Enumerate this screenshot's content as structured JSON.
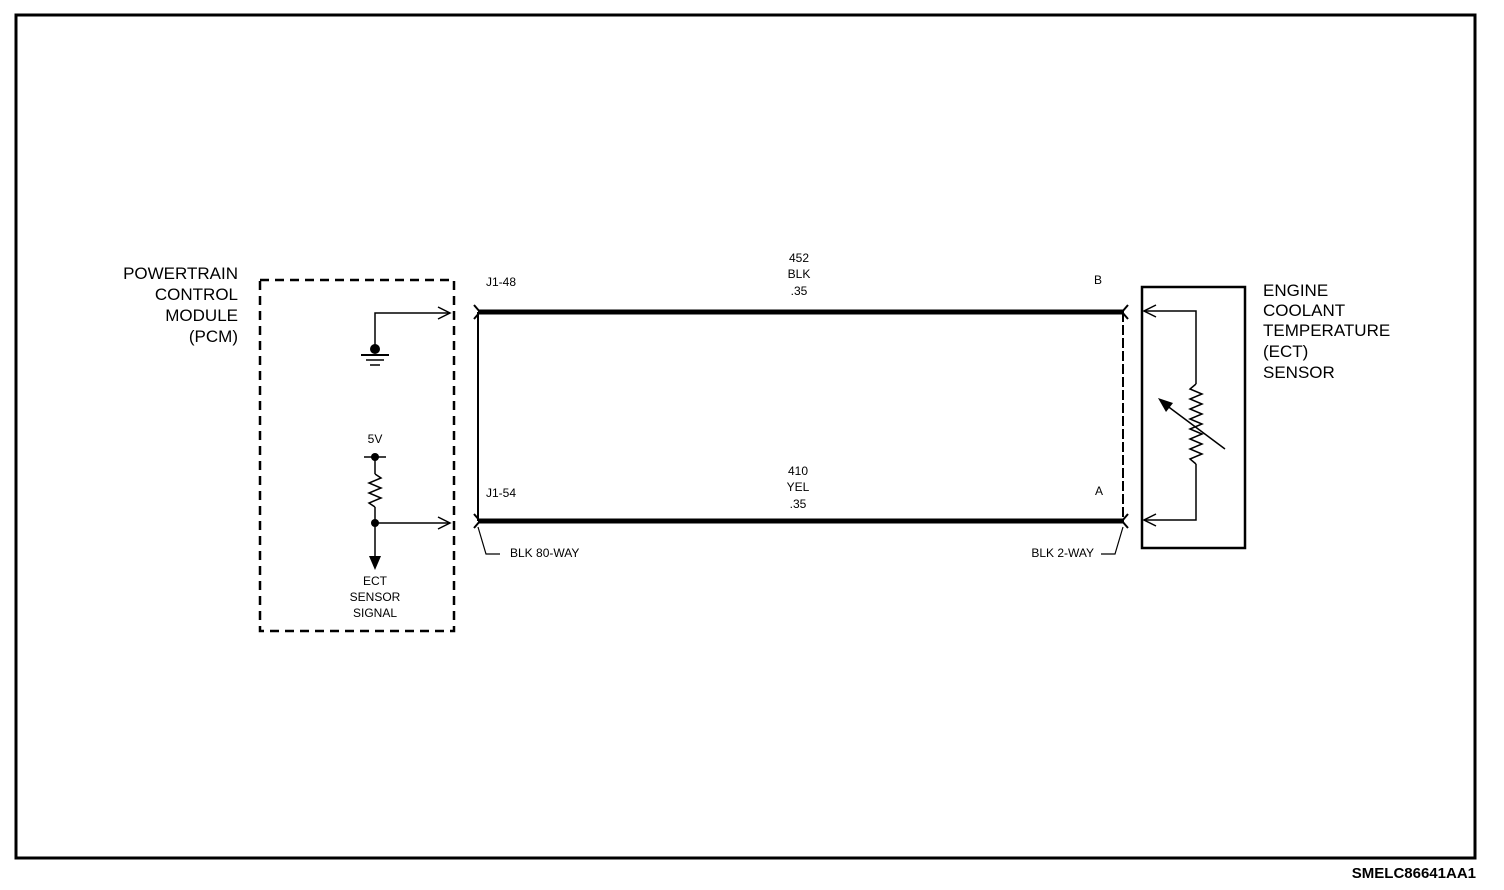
{
  "pcm": {
    "label_lines": [
      "POWERTRAIN",
      "CONTROL",
      "MODULE",
      "(PCM)"
    ],
    "voltage": "5V",
    "signal_lines": [
      "ECT",
      "SENSOR",
      "SIGNAL"
    ]
  },
  "sensor": {
    "label_lines": [
      "ENGINE",
      "COOLANT",
      "TEMPERATURE",
      "(ECT)",
      "SENSOR"
    ]
  },
  "wires": {
    "top": {
      "circuit": "452",
      "color": "BLK",
      "gauge": ".35",
      "pcm_pin": "J1-48",
      "sensor_pin": "B"
    },
    "bottom": {
      "circuit": "410",
      "color": "YEL",
      "gauge": ".35",
      "pcm_pin": "J1-54",
      "sensor_pin": "A"
    }
  },
  "connectors": {
    "pcm_side": "BLK 80-WAY",
    "sensor_side": "BLK 2-WAY"
  },
  "reference_code": "SMELC86641AA1"
}
